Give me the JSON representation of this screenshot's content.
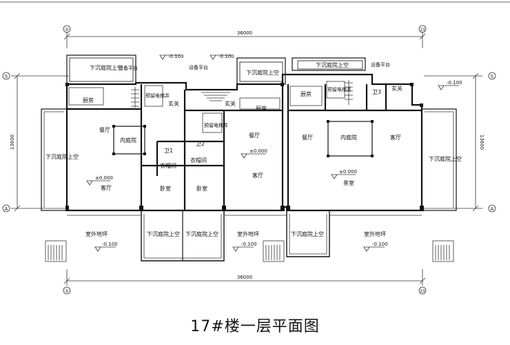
{
  "caption": "17#楼一层平面图",
  "axes": {
    "left_top": "①",
    "right_top": "33",
    "left_bottom": "①",
    "right_bottom": "33",
    "row_top": "S",
    "row_bottom": "A"
  },
  "dimensions": {
    "width_top": "36000",
    "width_bottom": "36000",
    "depth_left": "13600",
    "depth_right": "13600"
  },
  "rooms": {
    "sunken_top_left": "下沉庭院上空",
    "equip_left": "设备平台",
    "sunken_top_mid": "下沉庭院上空",
    "equip_mid": "设备平台",
    "sunken_top_right": "下沉庭院上空",
    "equip_right": "设备平台",
    "kitchen_1": "厨房",
    "elevator_1": "预留电梯井",
    "foyer_1": "玄关",
    "foyer_2": "玄关",
    "kitchen_2": "厨房",
    "elevator_2": "预留电梯井",
    "kitchen_3": "厨房",
    "elevator_3": "预留电梯井",
    "wc_3": "卫3",
    "foyer_3": "玄关",
    "dining_1": "餐厅",
    "courtyard_1": "内庭院",
    "wc_1": "卫1",
    "wc_2": "卫2",
    "closet_1": "衣帽间",
    "closet_2": "衣帽间",
    "bedroom_1": "卧室",
    "bedroom_2": "卧室",
    "dining_2": "餐厅",
    "living_2": "客厅",
    "dining_3": "餐厅",
    "courtyard_3": "内庭院",
    "living_3": "客厅",
    "tea_room": "茶室",
    "living_1": "客厅",
    "sunken_left_side": "下沉庭院上空",
    "sunken_right_side": "下沉庭院上空",
    "sunken_bottom_1": "下沉庭院上空",
    "sunken_bottom_2": "下沉庭院上空",
    "sunken_bottom_3": "下沉庭院上空",
    "outdoor_1": "室外地坪",
    "outdoor_2": "室外地坪",
    "outdoor_3": "室外地坪"
  },
  "levels": {
    "top_1": "-0.100",
    "top_2": "-0.100",
    "top_right": "-0.100",
    "floor_1": "±0.000",
    "floor_2": "±0.000",
    "floor_3": "±0.000",
    "out_1": "-0.100",
    "out_2": "-0.100",
    "out_3": "-0.100"
  }
}
